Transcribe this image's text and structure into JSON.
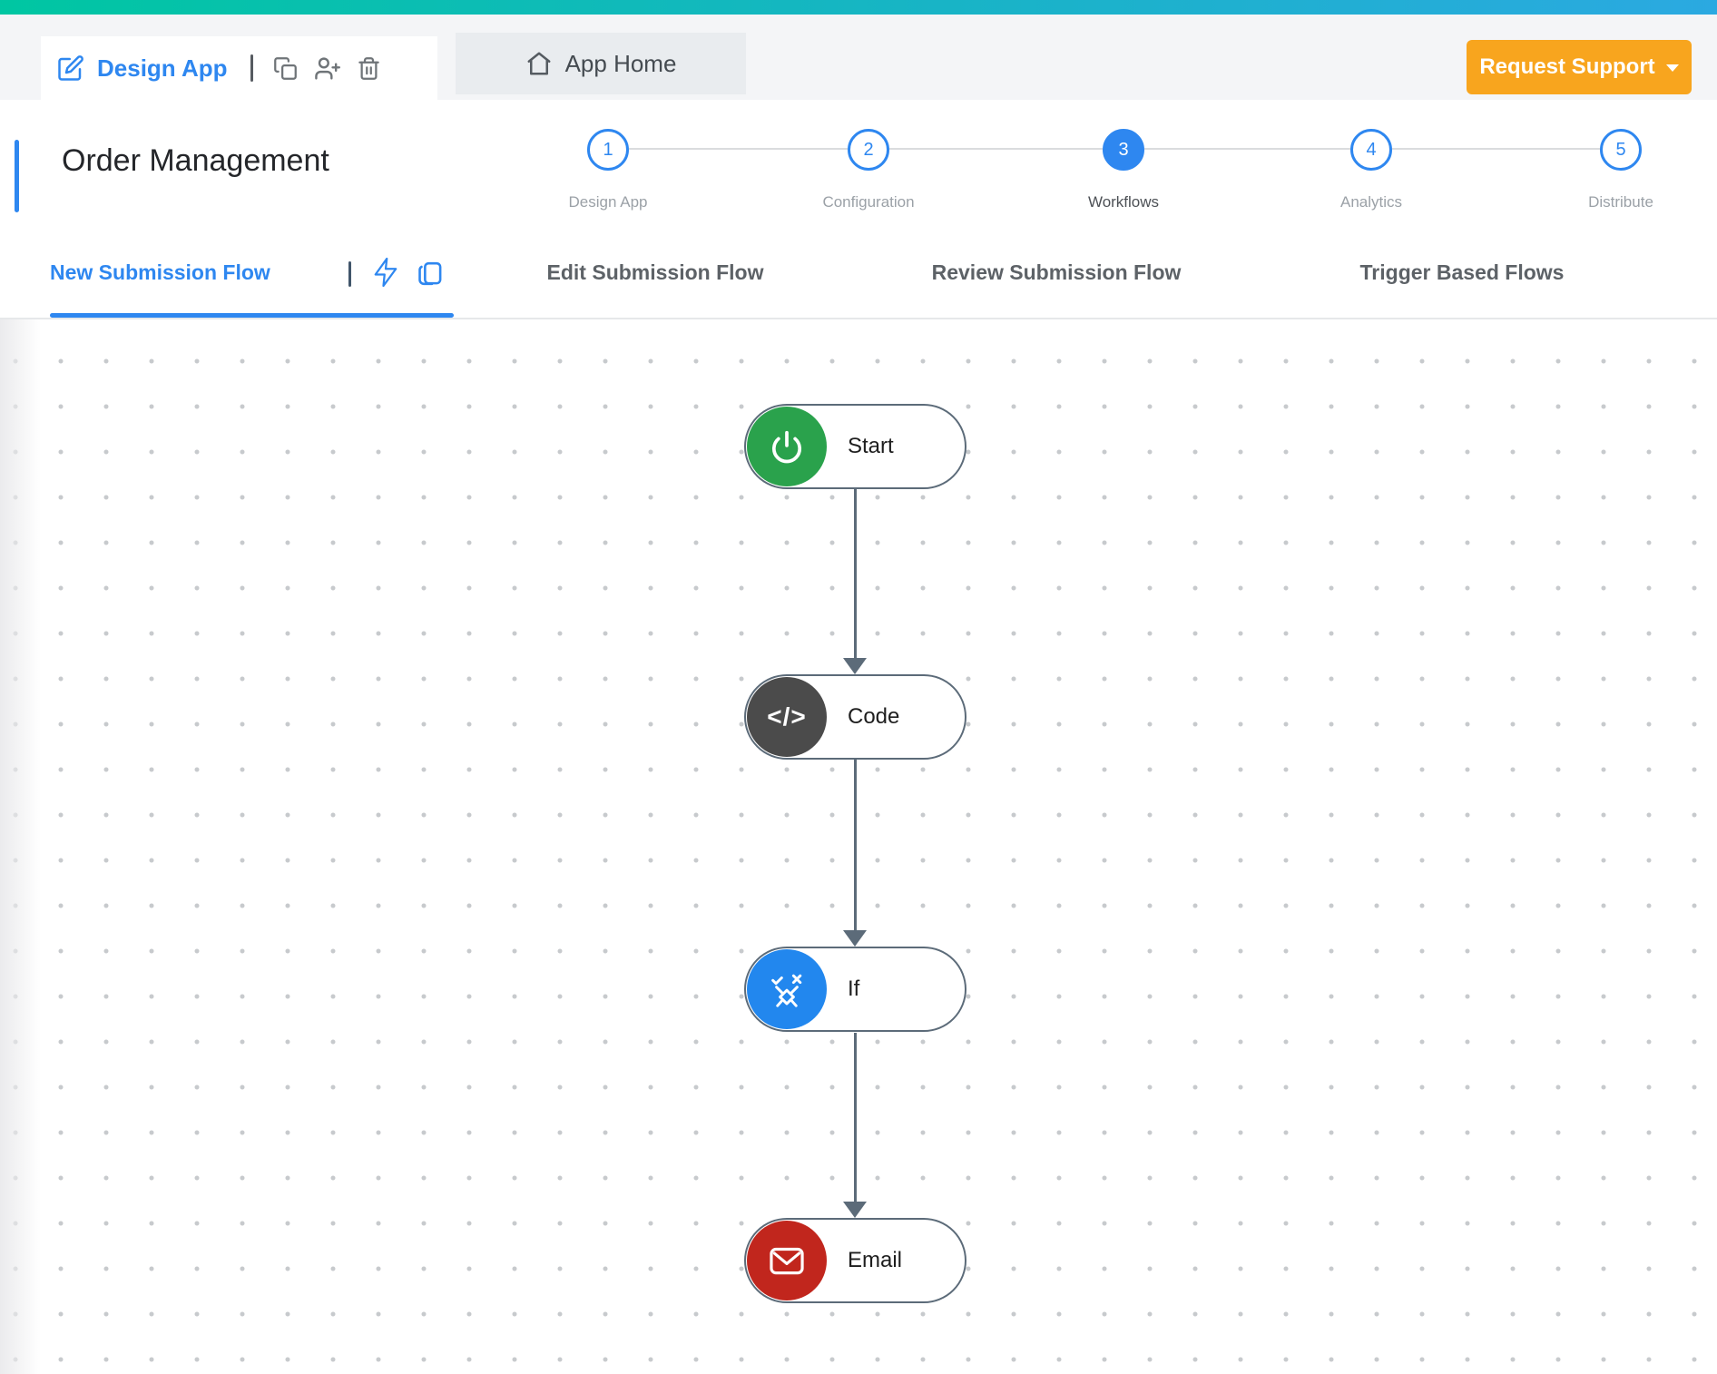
{
  "colors": {
    "accent_blue": "#2e87f0",
    "topbar_gradient_left": "#00c6a2",
    "topbar_gradient_right": "#2ba9e1",
    "support_orange": "#f8a51e",
    "node_border_slate": "#5c6b79",
    "start_green": "#2aa24c",
    "code_gray": "#4b4b4b",
    "if_blue": "#2287ee",
    "email_red": "#c1261d"
  },
  "toolbar": {
    "design_app_label": "Design App",
    "icon_names": [
      "edit-pencil-icon",
      "copy-icon",
      "add-user-icon",
      "delete-icon"
    ],
    "app_home_label": "App Home",
    "request_support_label": "Request Support"
  },
  "header": {
    "title": "Order Management",
    "stepper": {
      "active_step": 3,
      "steps": [
        {
          "num": "1",
          "label": "Design App"
        },
        {
          "num": "2",
          "label": "Configuration"
        },
        {
          "num": "3",
          "label": "Workflows"
        },
        {
          "num": "4",
          "label": "Analytics"
        },
        {
          "num": "5",
          "label": "Distribute"
        }
      ]
    }
  },
  "tabs": {
    "active": "New Submission Flow",
    "tool_icon_names": [
      "lightning-icon",
      "duplicate-icon"
    ],
    "items": [
      {
        "label": "New Submission Flow"
      },
      {
        "label": "Edit Submission Flow"
      },
      {
        "label": "Review Submission Flow"
      },
      {
        "label": "Trigger Based Flows"
      }
    ]
  },
  "workflow": {
    "nodes": [
      {
        "label": "Start",
        "icon": "power-icon",
        "color": "#2aa24c"
      },
      {
        "label": "Code",
        "icon": "code-icon",
        "glyph": "</>",
        "color": "#4b4b4b"
      },
      {
        "label": "If",
        "icon": "branch-condition-icon",
        "color": "#2287ee"
      },
      {
        "label": "Email",
        "icon": "email-icon",
        "color": "#c1261d"
      }
    ]
  }
}
